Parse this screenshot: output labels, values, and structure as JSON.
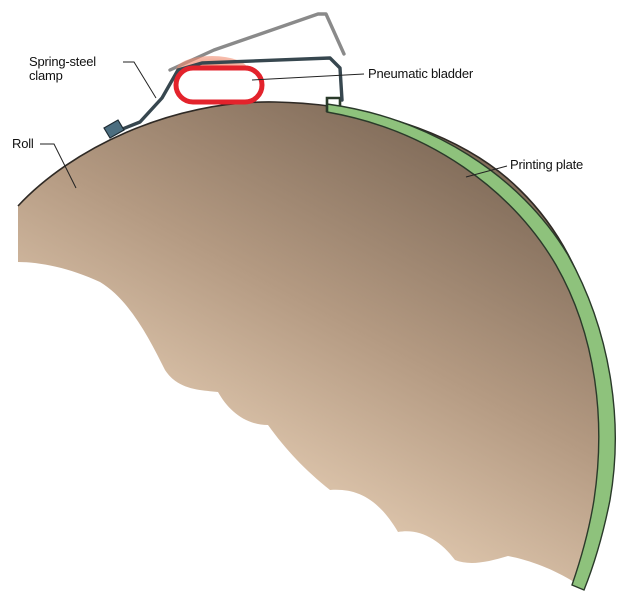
{
  "labels": {
    "clamp": "Spring-steel clamp",
    "clamp_line1": "Spring-steel",
    "clamp_line2": "clamp",
    "bladder": "Pneumatic bladder",
    "roll": "Roll",
    "plate": "Printing plate"
  },
  "colors": {
    "roll_dark": "#7f6a58",
    "roll_light": "#f3dcc2",
    "plate": "#8ec27c",
    "bladder": "#e3232c",
    "bladder_fill": "#ffffff",
    "bladder_glow": "#f08a6e",
    "clamp": "#37474f",
    "clamp_tab": "#4c6e80",
    "guide": "#8a8a8a",
    "leader": "#222222"
  }
}
